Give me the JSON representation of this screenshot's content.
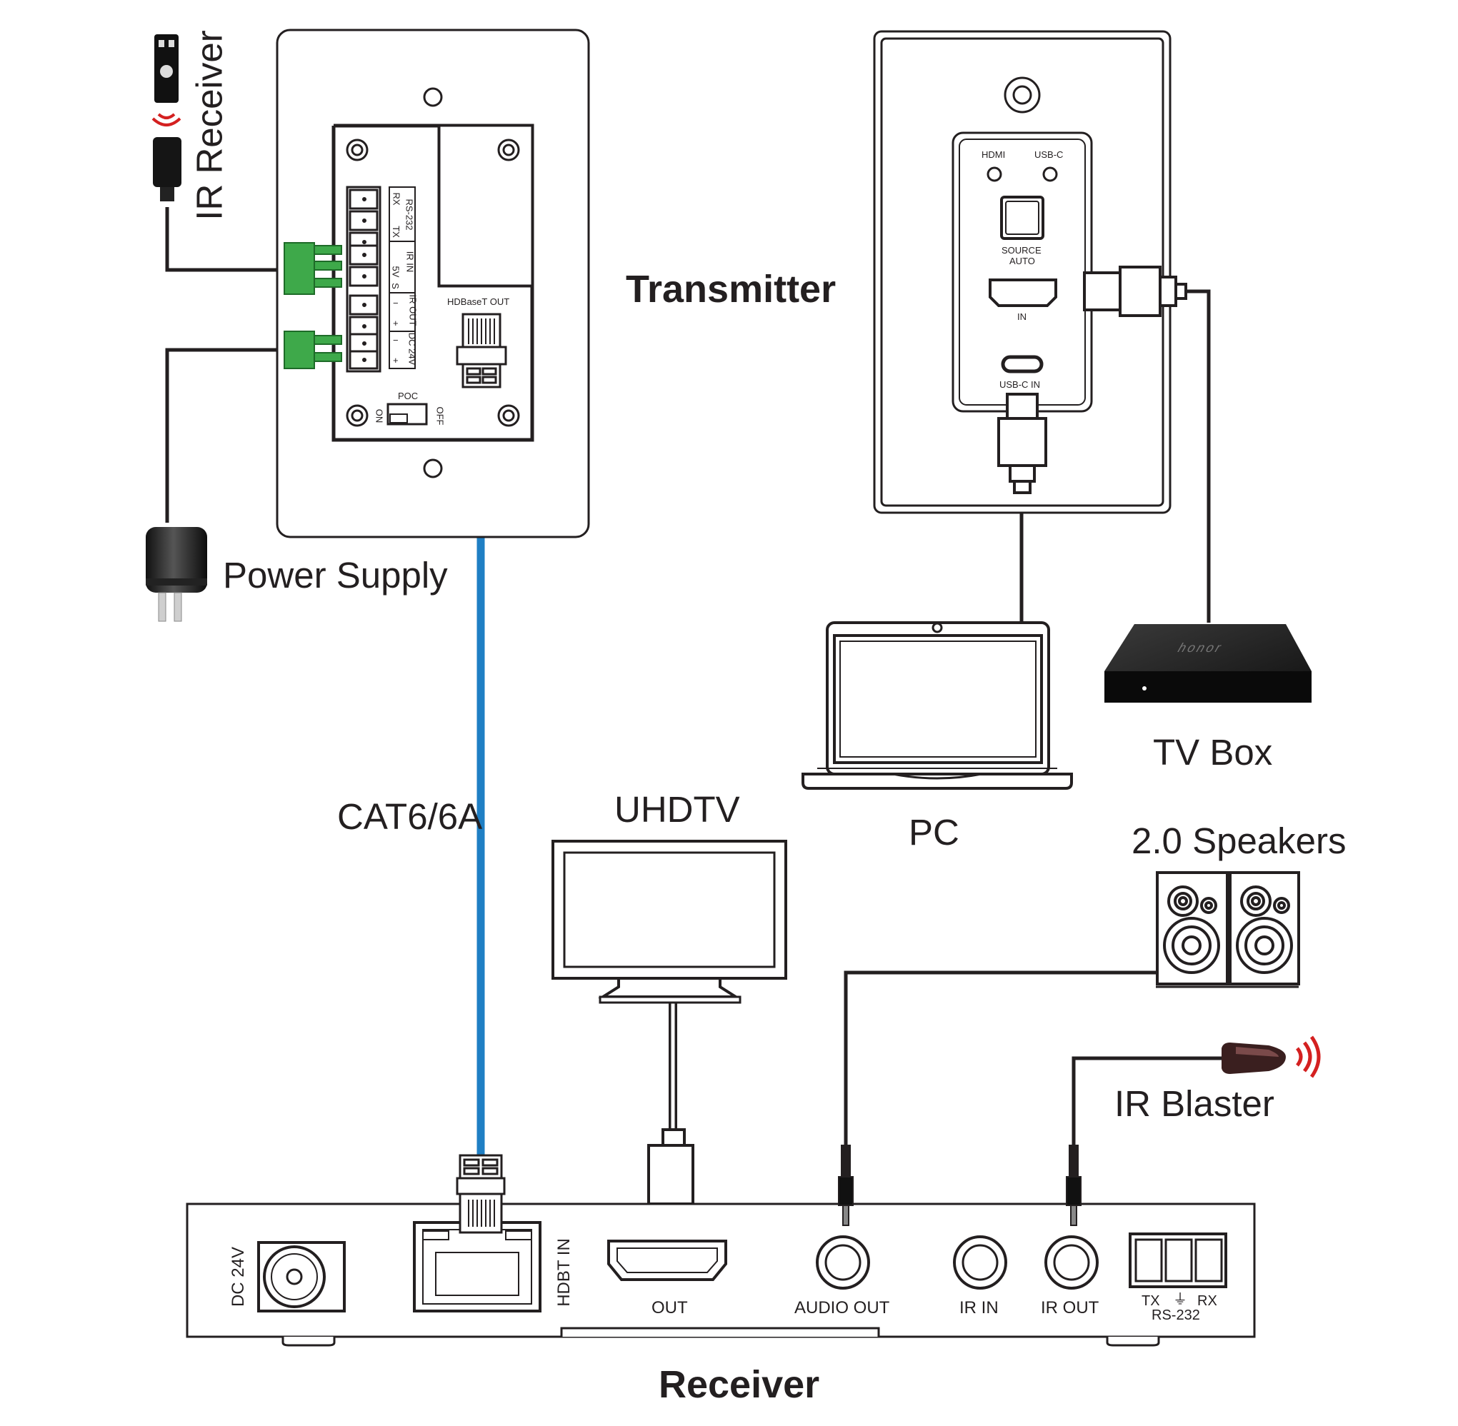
{
  "labels": {
    "transmitter": "Transmitter",
    "receiver": "Receiver",
    "ir_receiver": "IR Receiver",
    "power_supply": "Power Supply",
    "cable": "CAT6/6A",
    "uhdtv": "UHDTV",
    "pc": "PC",
    "tv_box": "TV Box",
    "speakers": "2.0 Speakers",
    "ir_blaster": "IR Blaster"
  },
  "tx_left": {
    "rs232": "RS-232",
    "rx": "RX",
    "tx": "TX",
    "ir_in": "IR IN",
    "v5": "5V",
    "s": "S",
    "ir_out": "IR OUT",
    "dc24": "DC 24V",
    "minus": "−",
    "plus": "+",
    "hdbaset_out": "HDBaseT OUT",
    "poc": "POC",
    "on": "ON",
    "off": "OFF"
  },
  "tx_right": {
    "hdmi": "HDMI",
    "usbc": "USB-C",
    "source": "SOURCE",
    "auto": "AUTO",
    "in": "IN",
    "usbc_in": "USB-C IN"
  },
  "tv_box_brand": "honor",
  "receiver_ports": {
    "dc24v": "DC 24V",
    "hdbt_in": "HDBT IN",
    "out": "OUT",
    "audio_out": "AUDIO OUT",
    "ir_in": "IR IN",
    "ir_out": "IR OUT",
    "tx": "TX",
    "rx": "RX",
    "rs232": "RS-232"
  },
  "colors": {
    "cable_blue": "#1f7fc4",
    "terminal_green": "#3ea94a",
    "ir_red": "#d42020",
    "line": "#231f20"
  }
}
